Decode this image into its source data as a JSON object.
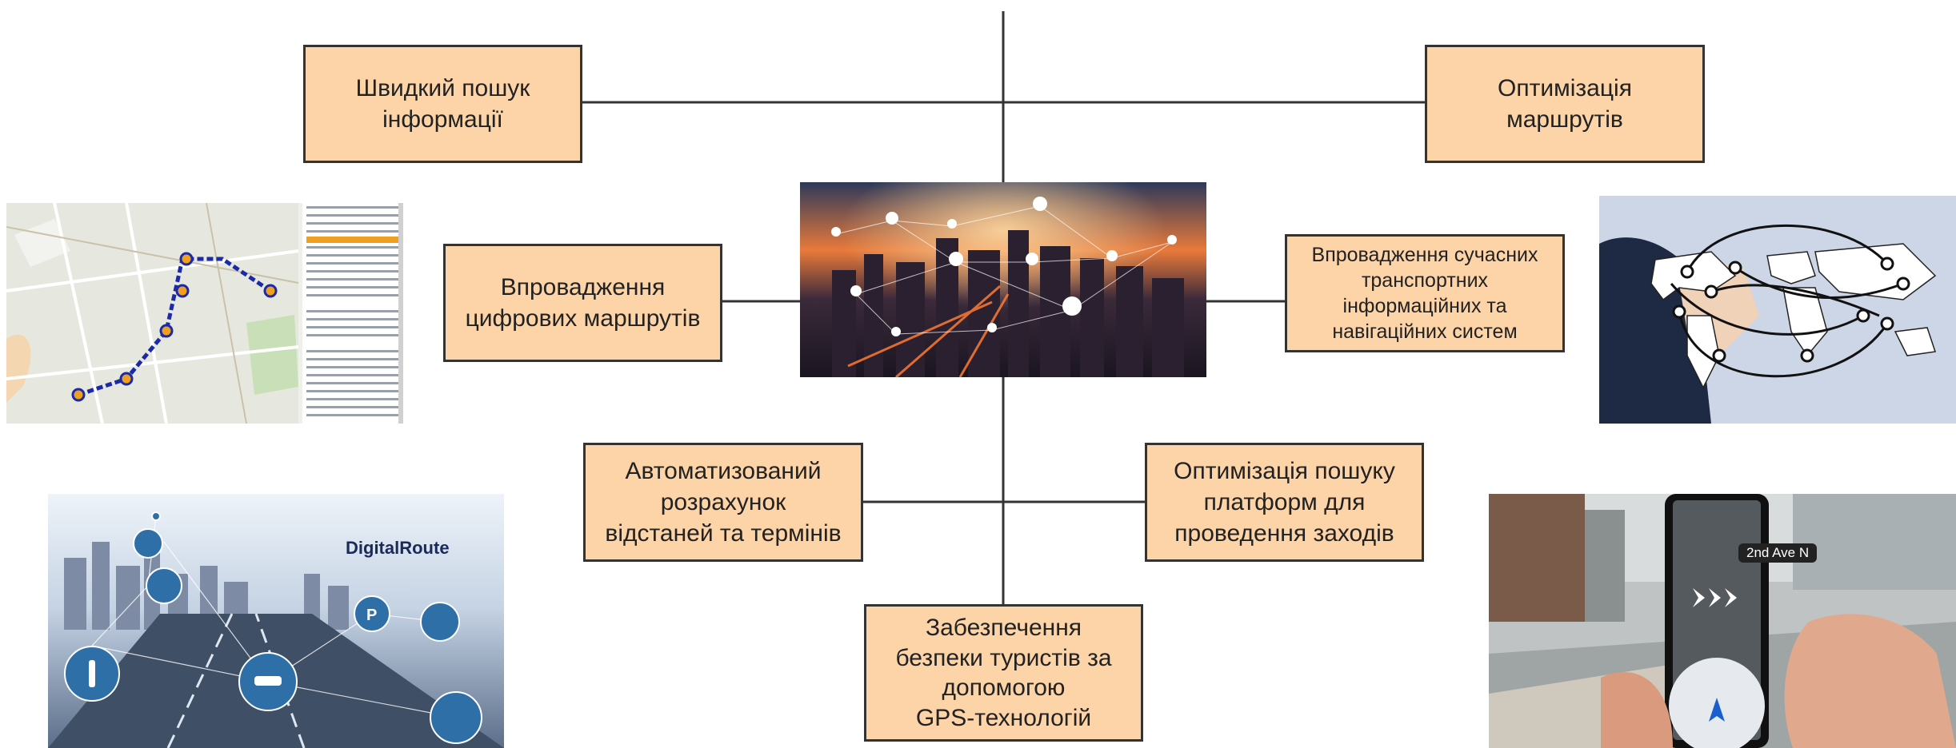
{
  "diagram": {
    "boxes": [
      {
        "id": "fast-search",
        "text": "Швидкий пошук\nінформації"
      },
      {
        "id": "route-optimization",
        "text": "Оптимізація\nмаршрутів"
      },
      {
        "id": "digital-routes",
        "text": "Впровадження\nцифрових маршрутів"
      },
      {
        "id": "transport-systems",
        "text": "Впровадження сучасних\nтранспортних\nінформаційних та\nнавігаційних систем"
      },
      {
        "id": "auto-calc",
        "text": "Автоматизований\nрозрахунок\nвідстаней та термінів"
      },
      {
        "id": "platform-search",
        "text": "Оптимізація пошуку\nплатформ для\nпроведення заходів"
      },
      {
        "id": "gps-safety",
        "text": "Забезпечення\nбезпеки туристів за\nдопомогою\nGPS-технологій"
      }
    ]
  },
  "images": {
    "digitalroute_logo": "DigitalRoute",
    "street_sign": "2nd Ave N"
  },
  "colors": {
    "box_fill": "#fdd3a8",
    "box_border": "#333333",
    "line": "#333333"
  }
}
